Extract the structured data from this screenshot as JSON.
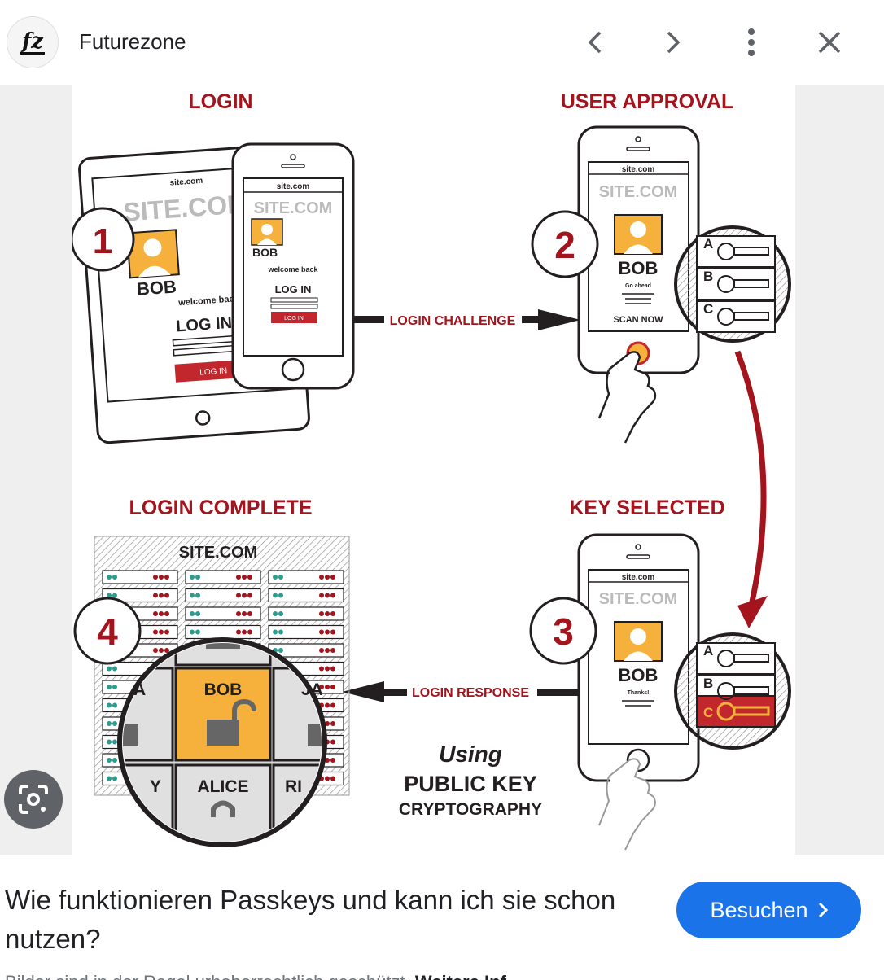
{
  "header": {
    "logo_text": "fz",
    "site_name": "Futurezone"
  },
  "diagram": {
    "step1": {
      "number": "1",
      "title": "LOGIN",
      "site": "SITE.COM",
      "site_small": "site.com",
      "user": "BOB",
      "welcome": "welcome back",
      "login_label": "LOG IN",
      "button": "LOG IN"
    },
    "step2": {
      "number": "2",
      "title": "USER APPROVAL",
      "site": "SITE.COM",
      "site_small": "site.com",
      "user": "BOB",
      "go_ahead": "Go ahead",
      "scan": "SCAN NOW"
    },
    "step3": {
      "number": "3",
      "title": "KEY SELECTED",
      "site": "SITE.COM",
      "site_small": "site.com",
      "user": "BOB",
      "thanks": "Thanks!"
    },
    "step4": {
      "number": "4",
      "title": "LOGIN COMPLETE",
      "site": "SITE.COM",
      "user": "BOB",
      "other_user": "ALICE",
      "partial_left": "A",
      "partial_right": "JA",
      "partial_bottom_left": "Y",
      "partial_bottom_right": "RI"
    },
    "arrow_challenge": "LOGIN CHALLENGE",
    "arrow_response": "LOGIN RESPONSE",
    "key_labels": [
      "A",
      "B",
      "C"
    ],
    "using": "Using",
    "pk_line1": "PUBLIC KEY",
    "pk_line2": "CRYPTOGRAPHY",
    "colors": {
      "red": "#a3141d",
      "orange": "#f6b13c",
      "ink": "#231f20"
    }
  },
  "result": {
    "title": "Wie funktionieren Passkeys und kann ich sie schon nutzen?",
    "visit_label": "Besuchen",
    "caption_prefix": "Bilder sind in der Regel urheberrechtlich geschützt.",
    "caption_bold": "Weitere Inf"
  }
}
